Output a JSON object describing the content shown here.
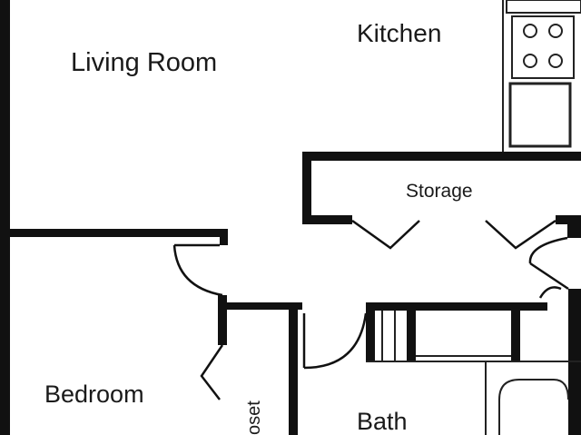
{
  "floorplan": {
    "rooms": {
      "living_room": "Living Room",
      "kitchen": "Kitchen",
      "storage": "Storage",
      "bedroom": "Bedroom",
      "bath": "Bath",
      "closet": "oset"
    },
    "colors": {
      "wall": "#111111",
      "line": "#222222",
      "background": "#ffffff"
    }
  }
}
